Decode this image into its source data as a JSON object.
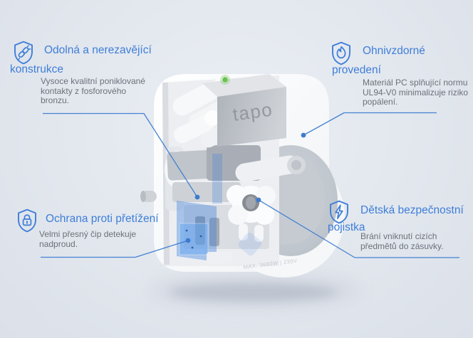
{
  "colors": {
    "accent_blue": "#3e7ed8",
    "body_text_gray": "#6b717a",
    "background": "#e2e7ee",
    "led_green": "#69c24f",
    "device_white": "#f8fafc"
  },
  "device": {
    "brand": "tapo",
    "rating_label": "MAX. 3680W | 230V",
    "led": "green-status-led"
  },
  "callouts": [
    {
      "id": "durable-construction",
      "icon": "shield-link-icon",
      "title_lines": [
        "Odolná a nerezavějící",
        "konstrukce"
      ],
      "body_lines": [
        "Vysoce kvalitní poniklované",
        "kontakty z fosforového",
        "bronzu."
      ]
    },
    {
      "id": "fireproof-design",
      "icon": "shield-flame-icon",
      "title_lines": [
        "Ohnivzdorné",
        "provedení"
      ],
      "body_lines": [
        "Materiál PC splňující normu",
        "UL94-V0 minimalizuje riziko",
        "popálení."
      ]
    },
    {
      "id": "overload-protection",
      "icon": "shield-lock-icon",
      "title_lines": [
        "Ochrana proti přetížení"
      ],
      "body_lines": [
        "Velmi přesný čip detekuje",
        "nadproud."
      ]
    },
    {
      "id": "child-safety-shutter",
      "icon": "shield-bolt-icon",
      "title_lines": [
        "Dětská bezpečnostní",
        "pojistka"
      ],
      "body_lines": [
        "Brání vniknutí cizích",
        "předmětů do zásuvky."
      ]
    }
  ]
}
